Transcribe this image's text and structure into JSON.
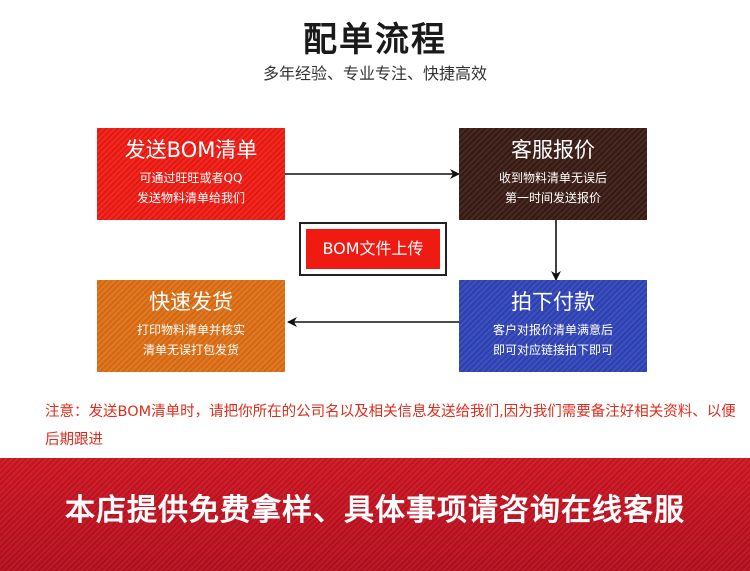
{
  "header": {
    "title": "配单流程",
    "subtitle": "多年经验、专业专注、快捷高效"
  },
  "steps": {
    "send": {
      "title": "发送BOM清单",
      "line1": "可通过旺旺或者QQ",
      "line2": "发送物料清单给我们",
      "color": "#ef1a12"
    },
    "quote": {
      "title": "客服报价",
      "line1": "收到物料清单无误后",
      "line2": "第一时间发送报价",
      "color": "#3a1a14"
    },
    "pay": {
      "title": "拍下付款",
      "line1": "客户对报价清单满意后",
      "line2": "即可对应链接拍下即可",
      "color": "#2f43b8"
    },
    "ship": {
      "title": "快速发货",
      "line1": "打印物料清单并核实",
      "line2": "清单无误打包发货",
      "color": "#de6e14"
    }
  },
  "upload": {
    "label": "BOM文件上传",
    "color": "#ef1a12"
  },
  "note": {
    "text": "注意：发送BOM清单时，请把你所在的公司名以及相关信息发送给我们,因为我们需要备注好相关资料、以便后期跟进"
  },
  "banner": {
    "text": "本店提供免费拿样、具体事项请咨询在线客服",
    "color": "#c41220"
  },
  "icons": {
    "arrow_right": "arrow-right-icon",
    "arrow_down": "arrow-down-icon",
    "arrow_left": "arrow-left-icon"
  }
}
